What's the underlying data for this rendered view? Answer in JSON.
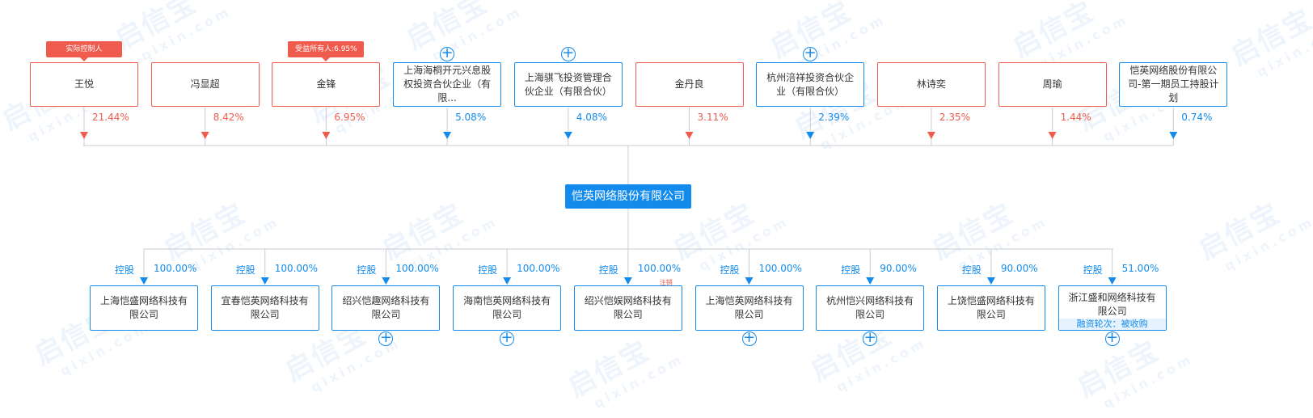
{
  "watermark": {
    "brand": "启信宝",
    "sub": "qixin.com"
  },
  "center": {
    "name": "恺英网络股份有限公司"
  },
  "shareholders": [
    {
      "name": "王悦",
      "pct": "21.44%",
      "type": "person",
      "tag": "实际控制人"
    },
    {
      "name": "冯显超",
      "pct": "8.42%",
      "type": "person"
    },
    {
      "name": "金锋",
      "pct": "6.95%",
      "type": "person",
      "tag": "受益所有人:6.95%"
    },
    {
      "name": "上海海桐开元兴息股权投资合伙企业（有限...",
      "pct": "5.08%",
      "type": "company",
      "expand": true
    },
    {
      "name": "上海骐飞投资管理合伙企业（有限合伙）",
      "pct": "4.08%",
      "type": "company",
      "expand": true
    },
    {
      "name": "金丹良",
      "pct": "3.11%",
      "type": "person"
    },
    {
      "name": "杭州涪祥投资合伙企业（有限合伙）",
      "pct": "2.39%",
      "type": "company",
      "expand": true
    },
    {
      "name": "林诗奕",
      "pct": "2.35%",
      "type": "person"
    },
    {
      "name": "周瑜",
      "pct": "1.44%",
      "type": "person"
    },
    {
      "name": "恺英网络股份有限公司-第一期员工持股计划",
      "pct": "0.74%",
      "type": "company"
    }
  ],
  "subsidiaries": [
    {
      "label": "控股",
      "name": "上海恺盛网络科技有限公司",
      "pct": "100.00%"
    },
    {
      "label": "控股",
      "name": "宜春恺英网络科技有限公司",
      "pct": "100.00%"
    },
    {
      "label": "控股",
      "name": "绍兴恺趣网络科技有限公司",
      "pct": "100.00%",
      "expand": true
    },
    {
      "label": "控股",
      "name": "海南恺英网络科技有限公司",
      "pct": "100.00%",
      "expand": true
    },
    {
      "label": "控股",
      "name": "绍兴恺娱网络科技有限公司",
      "pct": "100.00%",
      "status": "注销"
    },
    {
      "label": "控股",
      "name": "上海恺英网络科技有限公司",
      "pct": "100.00%",
      "expand": true
    },
    {
      "label": "控股",
      "name": "杭州恺兴网络科技有限公司",
      "pct": "90.00%",
      "expand": true
    },
    {
      "label": "控股",
      "name": "上饶恺盛网络科技有限公司",
      "pct": "90.00%"
    },
    {
      "label": "控股",
      "name": "浙江盛和网络科技有限公司",
      "pct": "51.00%",
      "expand": true,
      "financing": "融资轮次：被收购"
    }
  ],
  "colors": {
    "blue": "#128bed",
    "red": "#ef5b4c",
    "line": "#c8ccd4"
  }
}
